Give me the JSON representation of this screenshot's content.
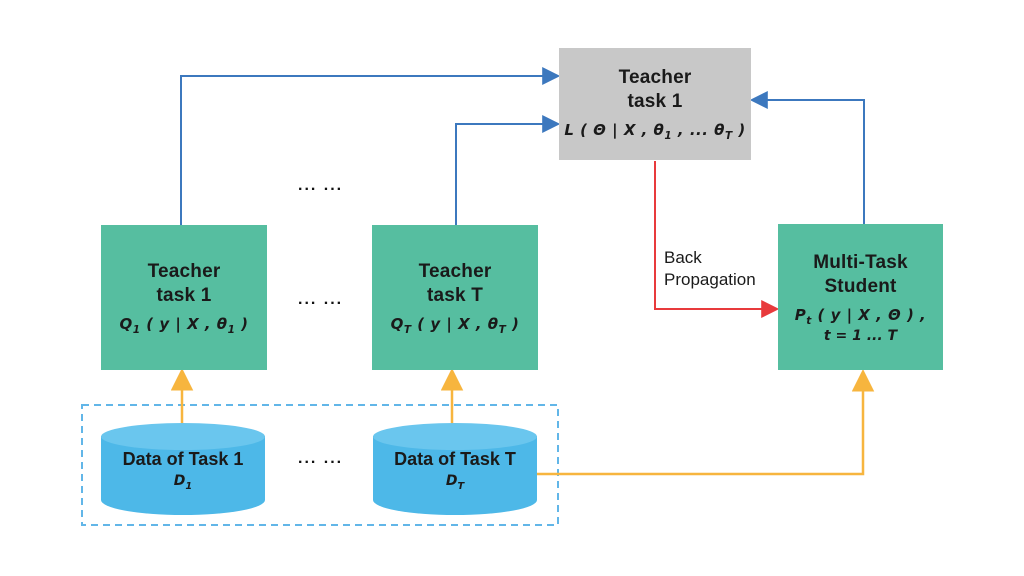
{
  "diagram": {
    "loss_box": {
      "title_line1": "Teacher",
      "title_line2": "task 1",
      "formula": "L ( Θ | X , θ_{1} , ... θ_{T} )"
    },
    "teacher1_box": {
      "title_line1": "Teacher",
      "title_line2": "task 1",
      "formula": "Q_{1} ( y | X ,  θ_{1} )"
    },
    "teacherT_box": {
      "title_line1": "Teacher",
      "title_line2": "task T",
      "formula": "Q_{T} ( y | X , θ_{T} )"
    },
    "student_box": {
      "title_line1": "Multi-Task",
      "title_line2": "Student",
      "formula": "P_{t} ( y | X , Θ ) ,",
      "formula_line2": "t = 1 ... T"
    },
    "data1_cylinder": {
      "label": "Data of Task 1",
      "formula": "D_{1}"
    },
    "dataT_cylinder": {
      "label": "Data of Task T",
      "formula": "D_{T}"
    },
    "back_propagation_label": "Back\nPropagation",
    "ellipsis_top": "... ...",
    "ellipsis_middle": "... ...",
    "ellipsis_bottom": "... ...",
    "colors": {
      "teacher_box_green": "#56BEA0",
      "loss_box_gray": "#C8C8C8",
      "cylinder_blue": "#4DB8E8",
      "cylinder_top_blue": "#6AC6EE",
      "arrow_blue": "#3C78BE",
      "arrow_orange": "#F7B53E",
      "arrow_red": "#E83A3C",
      "dashed_border_blue": "#62B6E8",
      "text_black": "#1a1a1a"
    }
  }
}
